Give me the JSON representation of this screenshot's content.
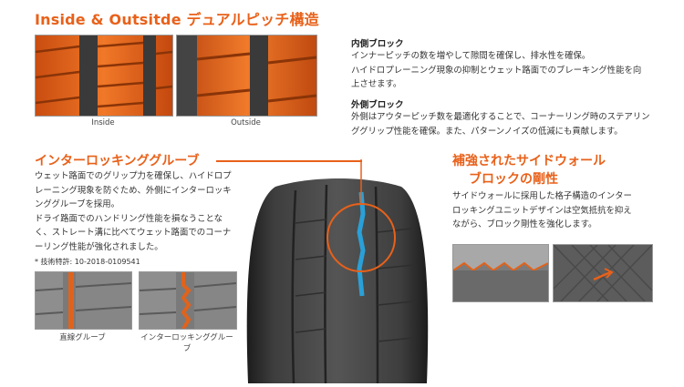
{
  "title": "Inside & Outsitde デュアルピッチ構造",
  "top_images": {
    "inside_caption": "Inside",
    "outside_caption": "Outside"
  },
  "inner_block": {
    "heading": "内側ブロック",
    "lines": [
      "インナーピッチの数を増やして隙間を確保し、排水性を確保。",
      "ハイドロプレーニング現象の抑制とウェット路面でのブレーキング性能を向",
      "上させます。"
    ]
  },
  "outer_block": {
    "heading": "外側ブロック",
    "lines": [
      "外側はアウターピッチ数を最適化することで、コーナーリング時のステアリン",
      "ググリップ性能を確保。また、パターンノイズの低減にも貢献します。"
    ]
  },
  "interlocking": {
    "heading": "インターロッキンググルーブ",
    "lines": [
      "ウェット路面でのグリップ力を確保し、ハイドロプ",
      "レーニング現象を防ぐため、外側にインターロッキ",
      "ンググルーブを採用。",
      "ドライ路面でのハンドリング性能を損なうことな",
      "く、ストレート溝に比べてウェット路面でのコーナ",
      "ーリング性能が強化されました。"
    ],
    "patent": "* 技術特許: 10-2018-0109541",
    "caption_left": "直線グルーブ",
    "caption_right": "インターロッキンググルーブ"
  },
  "sidewall": {
    "heading_line1": "補強されたサイドウォール",
    "heading_line2": "ブロックの剛性",
    "lines": [
      "サイドウォールに採用した格子構造のインター",
      "ロッキングユニットデザインは空気抵抗を抑え",
      "ながら、ブロック剛性を強化します。"
    ]
  },
  "colors": {
    "accent": "#e8611a",
    "tread_orange": "#e0631c",
    "groove_blue": "#2aa0d8",
    "tire_dark": "#2b2b2b"
  }
}
